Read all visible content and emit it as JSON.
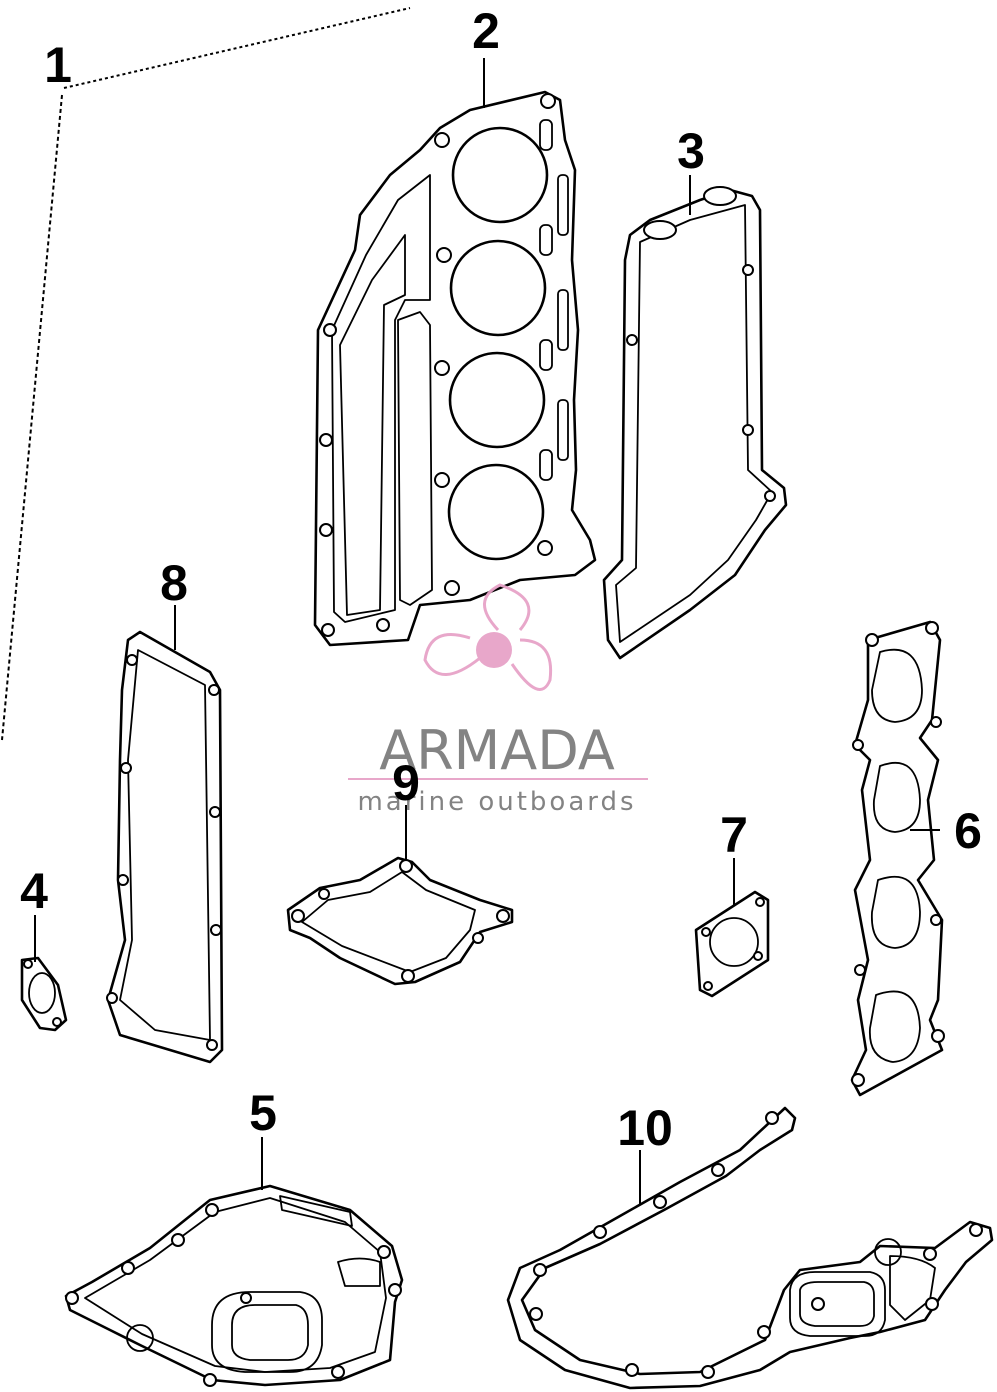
{
  "callouts": [
    "1",
    "2",
    "3",
    "4",
    "5",
    "6",
    "7",
    "8",
    "9",
    "10"
  ],
  "watermark": {
    "brand": "ARMADA",
    "tagline": "marine outboards",
    "color": "#e7a3c8",
    "text_color": "#7d7d7d"
  }
}
